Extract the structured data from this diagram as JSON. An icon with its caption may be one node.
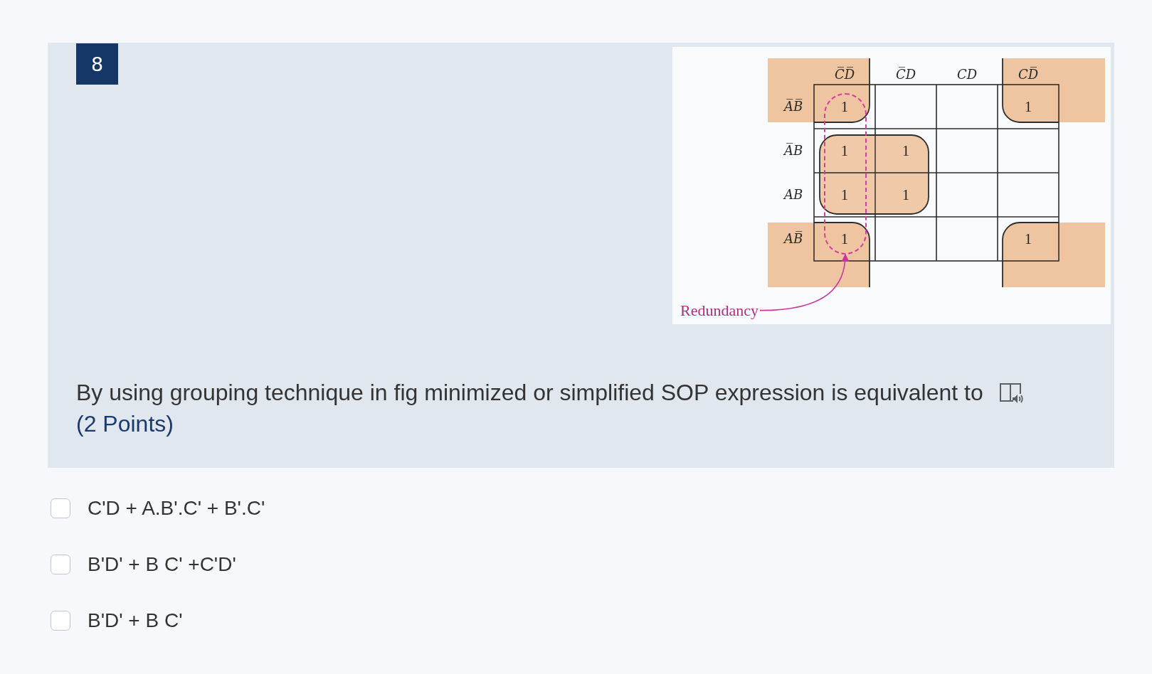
{
  "diagram": {
    "nodes": [
      {
        "text": [],
        "shape": "box"
      },
      {
        "text": [
          "Redundancy"
        ]
      }
    ],
    "edges": [
      {
        "from": 1,
        "to": 0,
        "arrow": "to",
        "color": "#c8379a"
      }
    ],
    "labels": [
      "8",
      "C̅D̅",
      "C̅D",
      "CD",
      "CD̅",
      "A̅B̅",
      "1",
      "1",
      "A̅B",
      "1",
      "1",
      "AB",
      "1",
      "1",
      "AB̅",
      "1",
      "1",
      "By using grouping technique in fig minimized or simplified SOP expression is equivalent to",
      "(2 Points)",
      "C'D + A.B'.C' + B'.C'",
      "B'D' + B C' +C'D'",
      "B'D' + B C'"
    ]
  }
}
